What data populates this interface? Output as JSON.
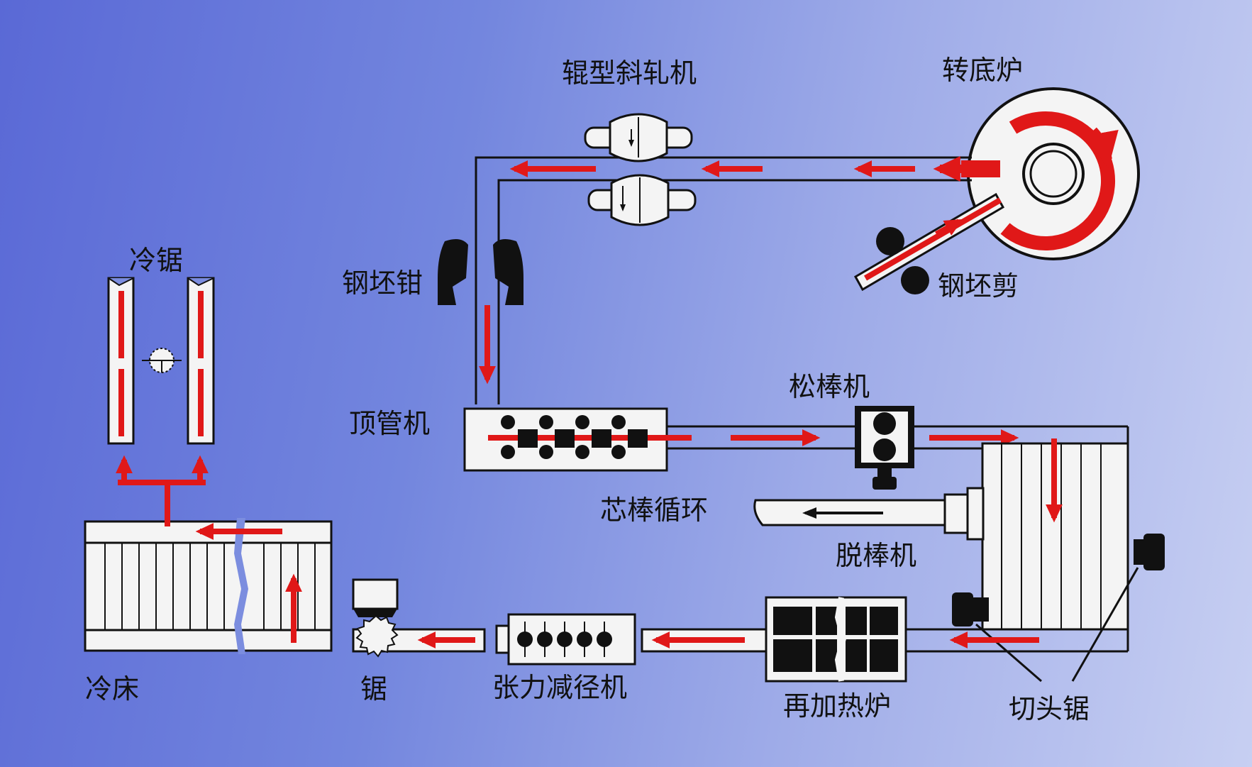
{
  "diagram": {
    "colors": {
      "background": "#7386de",
      "flow_arrow": "#e01818",
      "equipment": "#f4f4f4",
      "outline": "#111111"
    },
    "labels": {
      "rotary_furnace": "转底炉",
      "billet_shear": "钢坯剪",
      "piercing_mill": "辊型斜轧机",
      "billet_tongs": "钢坯钳",
      "push_bench": "顶管机",
      "loosening_mill": "松棒机",
      "mandrel_cycle": "芯棒循环",
      "extractor": "脱棒机",
      "crop_saw": "切头锯",
      "reheat_furnace": "再加热炉",
      "stretch_reducer": "张力减径机",
      "saw": "锯",
      "cooling_bed": "冷床",
      "cold_saw": "冷锯"
    }
  }
}
